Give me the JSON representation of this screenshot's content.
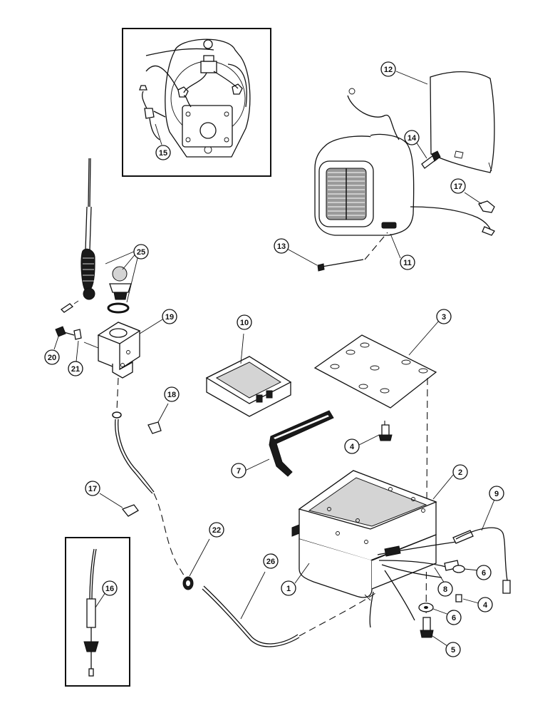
{
  "callouts": [
    {
      "id": "c1",
      "label": "1"
    },
    {
      "id": "c2",
      "label": "2"
    },
    {
      "id": "c3",
      "label": "3"
    },
    {
      "id": "c4a",
      "label": "4"
    },
    {
      "id": "c4b",
      "label": "4"
    },
    {
      "id": "c5",
      "label": "5"
    },
    {
      "id": "c6a",
      "label": "6"
    },
    {
      "id": "c6b",
      "label": "6"
    },
    {
      "id": "c7",
      "label": "7"
    },
    {
      "id": "c8",
      "label": "8"
    },
    {
      "id": "c9",
      "label": "9"
    },
    {
      "id": "c10",
      "label": "10"
    },
    {
      "id": "c11",
      "label": "11"
    },
    {
      "id": "c12",
      "label": "12"
    },
    {
      "id": "c13",
      "label": "13"
    },
    {
      "id": "c14",
      "label": "14"
    },
    {
      "id": "c15",
      "label": "15"
    },
    {
      "id": "c16",
      "label": "16"
    },
    {
      "id": "c17a",
      "label": "17"
    },
    {
      "id": "c17b",
      "label": "17"
    },
    {
      "id": "c18",
      "label": "18"
    },
    {
      "id": "c19",
      "label": "19"
    },
    {
      "id": "c20",
      "label": "20"
    },
    {
      "id": "c21",
      "label": "21"
    },
    {
      "id": "c22",
      "label": "22"
    },
    {
      "id": "c25",
      "label": "25"
    },
    {
      "id": "c26",
      "label": "26"
    }
  ]
}
